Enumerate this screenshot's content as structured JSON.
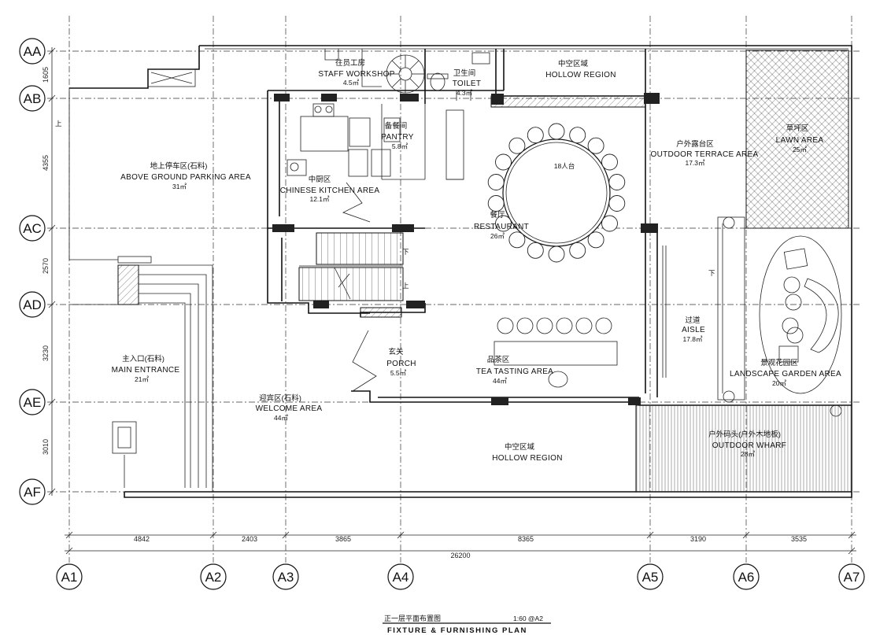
{
  "plan": {
    "title_zh": "正一层平面布置图",
    "title_en": "FIXTURE & FURNISHING PLAN",
    "scale": "1:60 @A2"
  },
  "axes": {
    "columns": [
      "A1",
      "A2",
      "A3",
      "A4",
      "A5",
      "A6",
      "A7"
    ],
    "rows": [
      "AA",
      "AB",
      "AC",
      "AD",
      "AE",
      "AF"
    ]
  },
  "dimensions": {
    "horizontal": [
      "4842",
      "2403",
      "3865",
      "8365",
      "3190",
      "3535"
    ],
    "total": "26200",
    "vertical": [
      "1605",
      "4355",
      "2570",
      "3230",
      "3010"
    ]
  },
  "rooms": {
    "staff_workshop": {
      "zh": "往员工房",
      "en": "STAFF WORKSHOP",
      "area": "4.5㎡"
    },
    "toilet": {
      "zh": "卫生间",
      "en": "TOILET",
      "area": "4.3㎡"
    },
    "hollow_top": {
      "zh": "中空区域",
      "en": "HOLLOW REGION"
    },
    "pantry": {
      "zh": "备餐间",
      "en": "PANTRY",
      "area": "5.8㎡"
    },
    "parking": {
      "zh": "地上停车区(石料)",
      "en": "ABOVE GROUND PARKING AREA",
      "area": "31㎡"
    },
    "kitchen": {
      "zh": "中厨区",
      "en": "CHINESE KITCHEN AREA",
      "area": "12.1㎡"
    },
    "restaurant": {
      "zh": "餐厅",
      "en": "RESTAURANT",
      "area": "26㎡"
    },
    "terrace": {
      "zh": "户外露台区",
      "en": "OUTDOOR TERRACE AREA",
      "area": "17.3㎡"
    },
    "lawn": {
      "zh": "草坪区",
      "en": "LAWN AREA",
      "area": "25㎡"
    },
    "main_entrance": {
      "zh": "主入口(石料)",
      "en": "MAIN ENTRANCE",
      "area": "21㎡"
    },
    "porch": {
      "zh": "玄关",
      "en": "PORCH",
      "area": "5.5㎡"
    },
    "tea": {
      "zh": "品茶区",
      "en": "TEA TASTING AREA",
      "area": "44㎡"
    },
    "aisle": {
      "zh": "过道",
      "en": "AISLE",
      "area": "17.8㎡"
    },
    "garden": {
      "zh": "景观花园区",
      "en": "LANDSCAPE GARDEN AREA",
      "area": "20㎡"
    },
    "welcome": {
      "zh": "迎宾区(石料)",
      "en": "WELCOME AREA",
      "area": "44㎡"
    },
    "hollow_bottom": {
      "zh": "中空区域",
      "en": "HOLLOW REGION"
    },
    "wharf": {
      "zh": "户外码头(户外木地板)",
      "en": "OUTDOOR WHARF",
      "area": "28㎡"
    }
  },
  "annotations": {
    "table_seats": "18人台",
    "up": "上",
    "down": "下"
  }
}
